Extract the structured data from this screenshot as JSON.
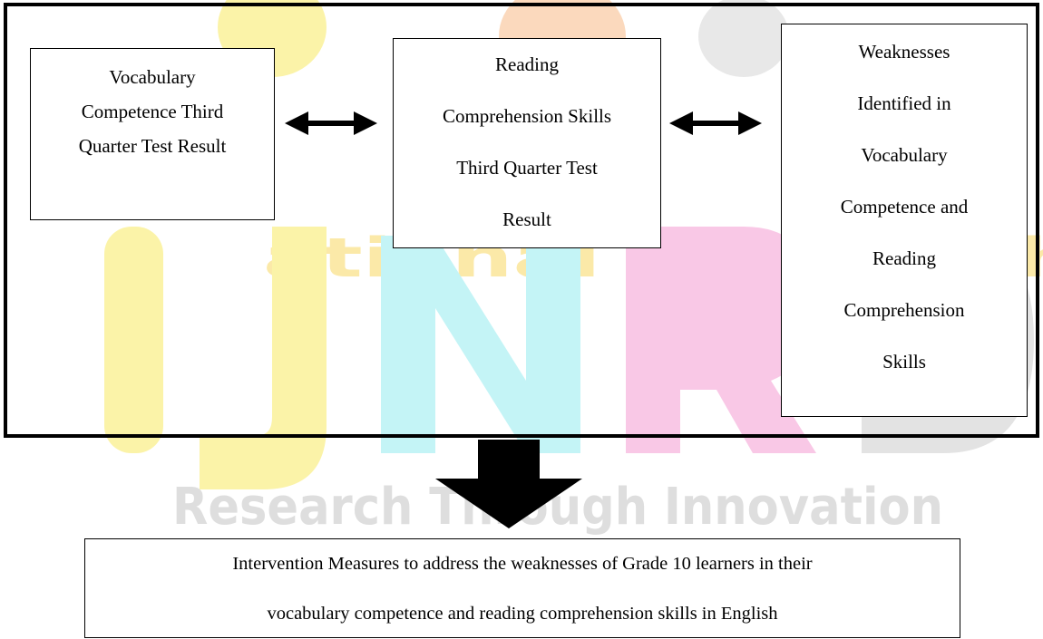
{
  "watermark": {
    "top_text": "ational Research",
    "big_letters": [
      "I",
      "J",
      "N",
      "R",
      "D"
    ],
    "tagline": "Research Through Innovation",
    "colors": {
      "yellow": "#fbf3a8",
      "cyan": "#c4f4f6",
      "pink": "#f9c8e6",
      "gray": "#e3e3e3",
      "orange": "#fbd9bd"
    }
  },
  "boxes": {
    "vocab": {
      "lines": [
        "Vocabulary",
        "Competence Third",
        "Quarter Test Result"
      ]
    },
    "reading": {
      "lines": [
        "Reading",
        "Comprehension Skills",
        "Third Quarter Test",
        "Result"
      ]
    },
    "weak": {
      "lines": [
        "Weaknesses",
        "Identified in",
        "Vocabulary",
        "Competence and",
        "Reading",
        "Comprehension",
        "Skills"
      ]
    },
    "intervention": {
      "lines": [
        "Intervention Measures to address the weaknesses of Grade 10 learners in their",
        "vocabulary competence and reading comprehension skills in English"
      ]
    }
  },
  "connectors": {
    "left": "double-arrow",
    "right": "double-arrow",
    "down": "thick-down-arrow"
  }
}
